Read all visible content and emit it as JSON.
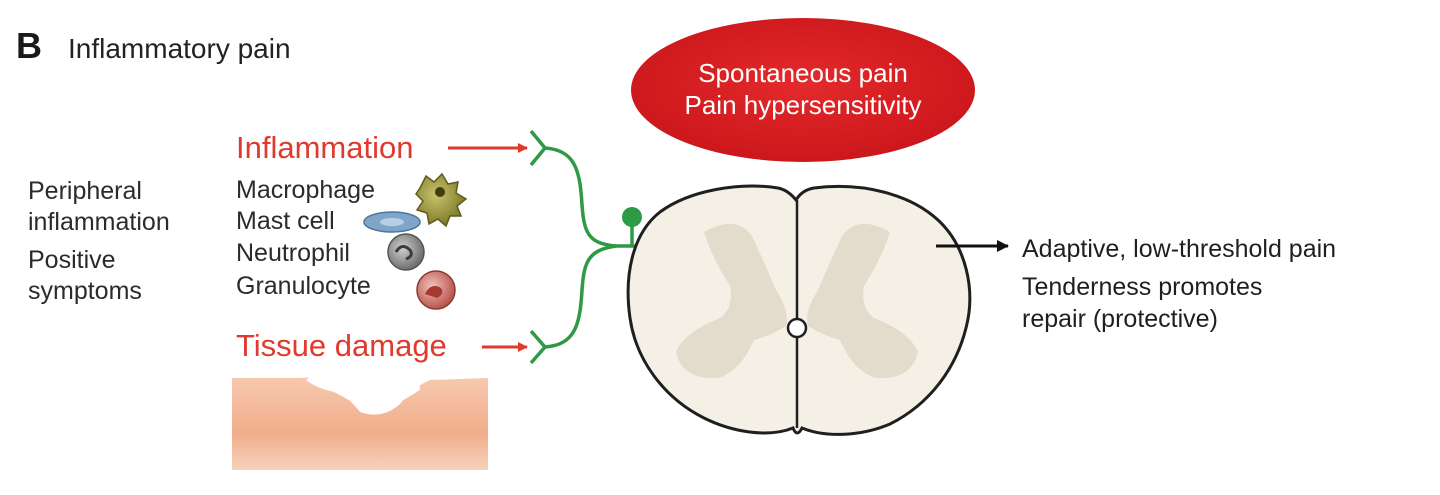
{
  "panel": {
    "letter": "B",
    "title": "Inflammatory pain"
  },
  "left_column": {
    "line1": "Peripheral",
    "line2": "inflammation",
    "line3": "Positive",
    "line4": "symptoms"
  },
  "inputs": {
    "inflammation": "Inflammation",
    "tissue_damage": "Tissue damage"
  },
  "cells": [
    {
      "label": "Macrophage",
      "icon": "macrophage-icon"
    },
    {
      "label": "Mast cell",
      "icon": "mast-cell-icon"
    },
    {
      "label": "Neutrophil",
      "icon": "neutrophil-icon"
    },
    {
      "label": "Granulocyte",
      "icon": "granulocyte-icon"
    }
  ],
  "ellipse": {
    "line1": "Spontaneous pain",
    "line2": "Pain hypersensitivity"
  },
  "outcome": {
    "line1": "Adaptive, low-threshold pain",
    "line2": "Tenderness promotes",
    "line3": "repair (protective)"
  },
  "colors": {
    "red": "#e03a2e",
    "green": "#2e9a45",
    "ellipse": "#d81e22",
    "cord": "#f4f0e6",
    "grey_matter": "#e3dccd",
    "skin": "#f1b08e"
  }
}
